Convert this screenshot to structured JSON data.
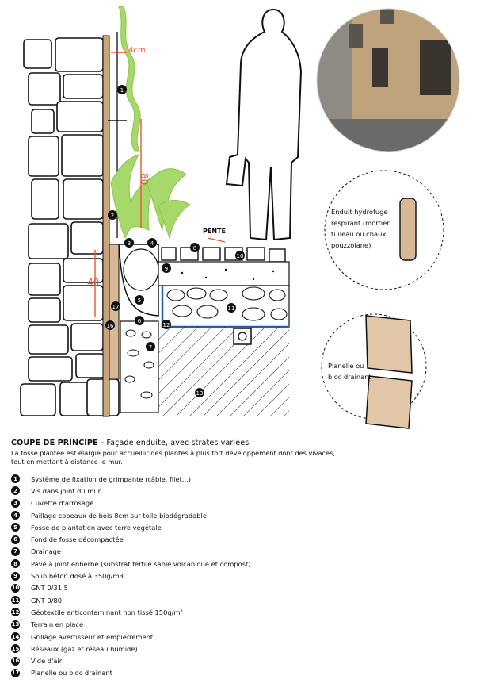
{
  "caption": {
    "title_bold": "COUPE DE PRINCIPE -",
    "title_rest": " Façade enduite, avec strates variées",
    "description": "La fosse plantée est élargie pour accueillir des plantes à plus fort développement dont des vivaces, tout en mettant à distance le mur."
  },
  "annotations": {
    "dim_top": "4cm",
    "dim_plant": "80",
    "dim_pit": "40",
    "slope": "PENTE"
  },
  "details": {
    "enduit": "Enduit hydrofuge respirant (mortier tuileau ou chaux pouzzolane)",
    "planelle": "Planelle ou bloc drainant"
  },
  "legend": [
    {
      "num": "1",
      "text": "Système de fixation de grimpante (câble, filet...)"
    },
    {
      "num": "2",
      "text": "Vis dans joint du mur"
    },
    {
      "num": "3",
      "text": "Cuvette d'arrosage"
    },
    {
      "num": "4",
      "text": "Paillage copeaux de bois 8cm sur toile biodégradable"
    },
    {
      "num": "5",
      "text": "Fosse de plantation avec terre végétale"
    },
    {
      "num": "6",
      "text": "Fond de fosse décompactée"
    },
    {
      "num": "7",
      "text": "Drainage"
    },
    {
      "num": "8",
      "text": "Pavé à joint enherbé (substrat fertile sable volcanique et compost)"
    },
    {
      "num": "9",
      "text": "Solin béton dosé à 350g/m3"
    },
    {
      "num": "10",
      "text": "GNT 0/31.5"
    },
    {
      "num": "11",
      "text": "GNT 0/80"
    },
    {
      "num": "12",
      "text": "Géotextile anticontaminant non tissé 150g/m²"
    },
    {
      "num": "13",
      "text": "Terrain en place"
    },
    {
      "num": "14",
      "text": "Grillage avertisseur et empierrement"
    },
    {
      "num": "15",
      "text": "Réseaux (gaz et réseau humide)"
    },
    {
      "num": "16",
      "text": "Vide d'air"
    },
    {
      "num": "17",
      "text": "Planelle ou bloc drainant"
    }
  ],
  "colors": {
    "ink": "#111111",
    "dimension_red": "#e4572e",
    "plant_green": "#a6d86a",
    "render_tan": "#d9b898",
    "geotextile_blue": "#1f5fb5"
  }
}
